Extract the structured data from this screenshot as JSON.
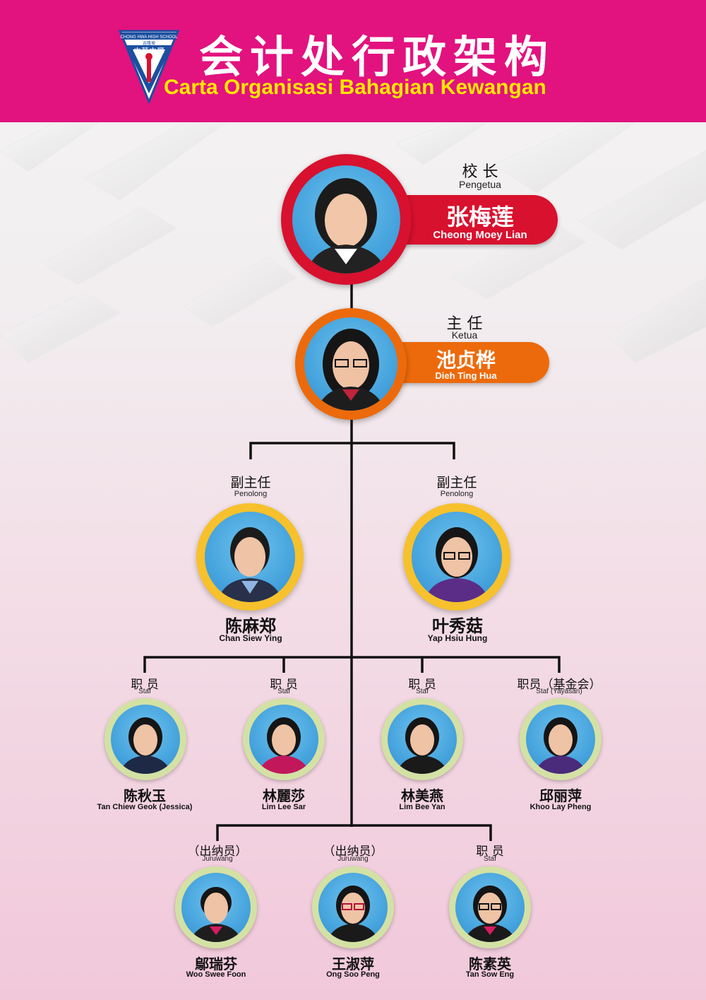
{
  "header": {
    "title_cn": "会计处行政架构",
    "title_ms": "Carta Organisasi Bahagian Kewangan",
    "logo_text_top": "CHONG HWA HIGH SCHOOL",
    "logo_text_mid": "吉隆坡",
    "logo_text_main": "中華中學"
  },
  "principal": {
    "role_cn": "校 长",
    "role_ms": "Pengetua",
    "name_cn": "张梅莲",
    "name_en": "Cheong Moey Lian"
  },
  "head": {
    "role_cn": "主 任",
    "role_ms": "Ketua",
    "name_cn": "池贞桦",
    "name_en": "Dieh Ting Hua"
  },
  "assistants": [
    {
      "role_cn": "副主任",
      "role_ms": "Penolong",
      "name_cn": "陈麻郑",
      "name_en": "Chan Siew Ying"
    },
    {
      "role_cn": "副主任",
      "role_ms": "Penolong",
      "name_cn": "叶秀菇",
      "name_en": "Yap Hsiu Hung"
    }
  ],
  "staff_row1": [
    {
      "role_cn": "职 员",
      "role_ms": "Staf",
      "name_cn": "陈秋玉",
      "name_en": "Tan Chiew Geok (Jessica)"
    },
    {
      "role_cn": "职 员",
      "role_ms": "Staf",
      "name_cn": "林麗莎",
      "name_en": "Lim Lee Sar"
    },
    {
      "role_cn": "职 员",
      "role_ms": "Staf",
      "name_cn": "林美燕",
      "name_en": "Lim Bee Yan"
    },
    {
      "role_cn": "职员（基金会）",
      "role_ms": "Staf (Yayasan)",
      "name_cn": "邱丽萍",
      "name_en": "Khoo Lay Pheng"
    }
  ],
  "staff_row2": [
    {
      "role_cn": "（出纳员）",
      "role_ms": "Juruwang",
      "name_cn": "鄔瑞芬",
      "name_en": "Woo Swee Foon"
    },
    {
      "role_cn": "（出纳员）",
      "role_ms": "Juruwang",
      "name_cn": "王淑萍",
      "name_en": "Ong Soo Peng"
    },
    {
      "role_cn": "职 员",
      "role_ms": "Staf",
      "name_cn": "陈素英",
      "name_en": "Tan Sow Eng"
    }
  ],
  "colors": {
    "header": "#e2127f",
    "title_ms": "#ffe600",
    "principal": "#d8112e",
    "head": "#ec6a0b",
    "assistant": "#f6c12c",
    "staff": "#d4e1a4"
  }
}
